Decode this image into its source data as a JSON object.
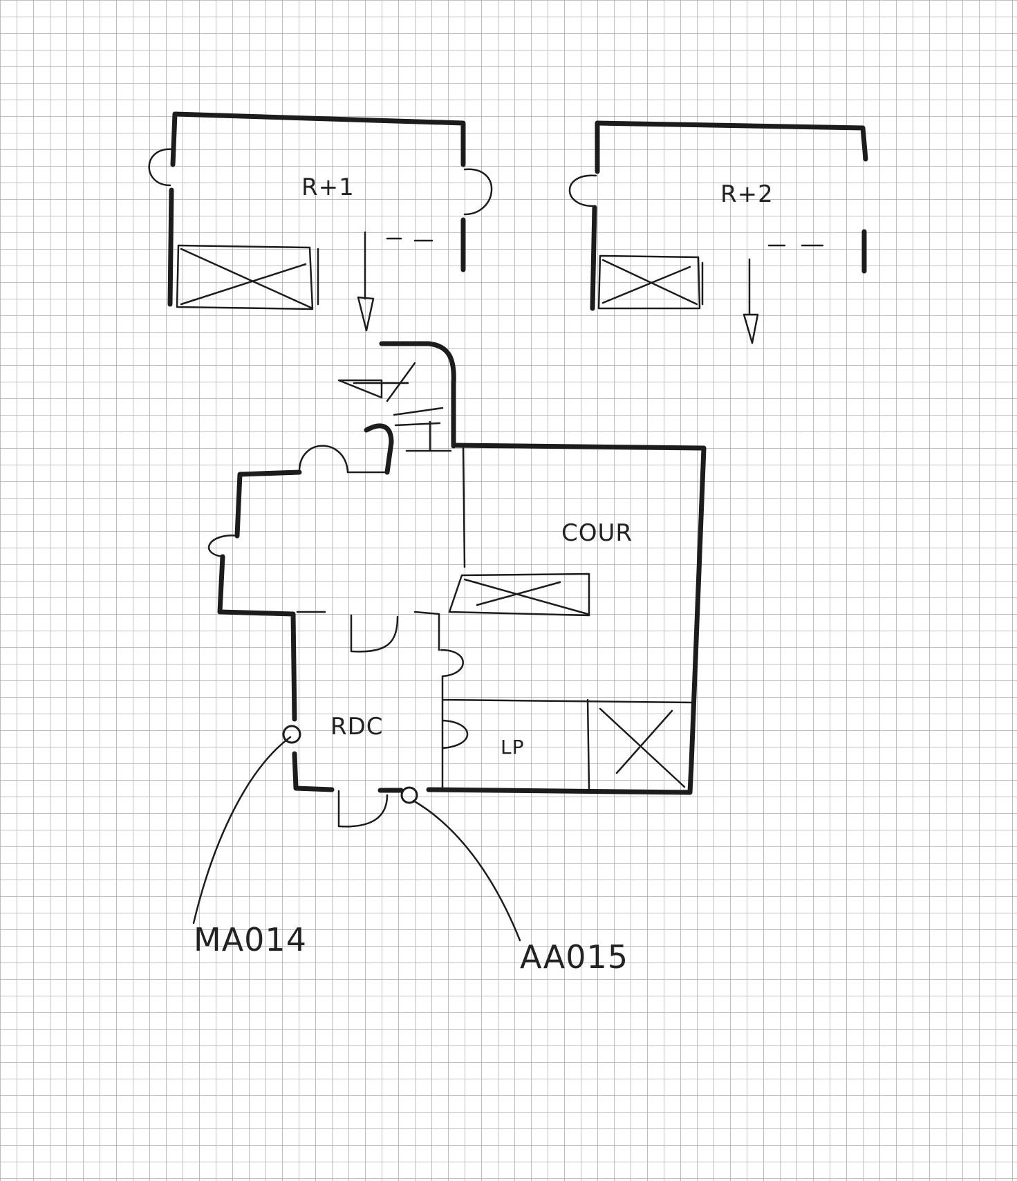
{
  "colors": {
    "paper": "#ffffff",
    "grid": "#9a9a9a",
    "ink": "#1c1c1c"
  },
  "rooms": {
    "r1": "R+1",
    "r2": "R+2",
    "rdc": "RDC",
    "cour": "COUR",
    "lp": "LP"
  },
  "annotations": {
    "left_callout": "MA014",
    "right_callout": "AA015"
  }
}
